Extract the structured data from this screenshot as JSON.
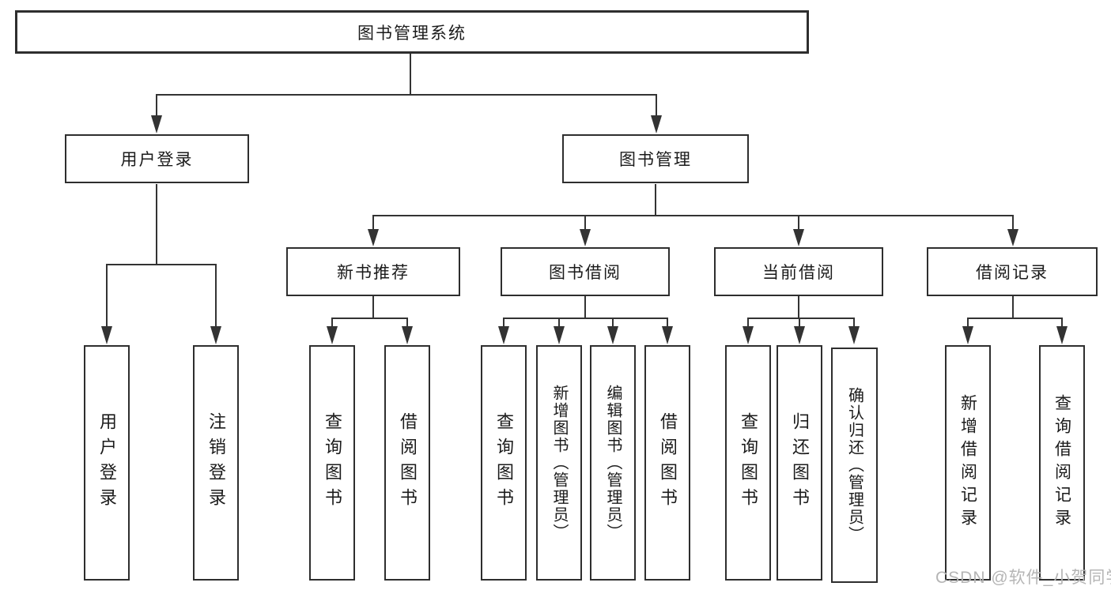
{
  "tree": {
    "label": "图书管理系统",
    "children": [
      {
        "label": "用户登录",
        "children": [
          {
            "label": "用户登录"
          },
          {
            "label": "注销登录"
          }
        ]
      },
      {
        "label": "图书管理",
        "children": [
          {
            "label": "新书推荐",
            "children": [
              {
                "label": "查询图书"
              },
              {
                "label": "借阅图书"
              }
            ]
          },
          {
            "label": "图书借阅",
            "children": [
              {
                "label": "查询图书"
              },
              {
                "label": "新增图书（管理员）"
              },
              {
                "label": "编辑图书（管理员）"
              },
              {
                "label": "借阅图书"
              }
            ]
          },
          {
            "label": "当前借阅",
            "children": [
              {
                "label": "查询图书"
              },
              {
                "label": "归还图书"
              },
              {
                "label": "确认归还（管理员）"
              }
            ]
          },
          {
            "label": "借阅记录",
            "children": [
              {
                "label": "新增借阅记录"
              },
              {
                "label": "查询借阅记录"
              }
            ]
          }
        ]
      }
    ]
  },
  "watermark": {
    "text": "CSDN @软件_小贺同学",
    "color": "#b5b5b5"
  },
  "colors": {
    "line": "#333333",
    "box_border": "#2e2e2e",
    "text": "#1b1b1b",
    "background": "#ffffff"
  }
}
